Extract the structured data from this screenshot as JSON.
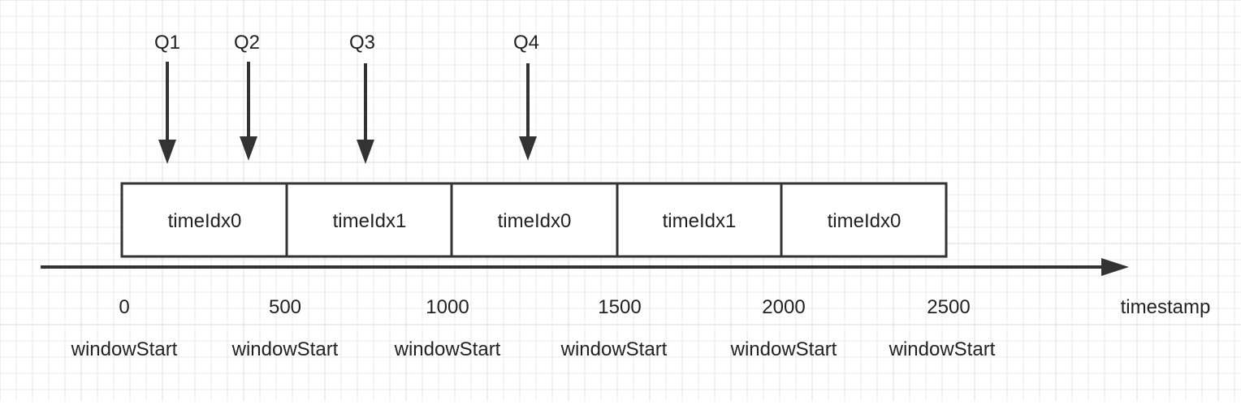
{
  "diagram": {
    "axis_label": "timestamp",
    "queries": [
      "Q1",
      "Q2",
      "Q3",
      "Q4"
    ],
    "windows": [
      "timeIdx0",
      "timeIdx1",
      "timeIdx0",
      "timeIdx1",
      "timeIdx0"
    ],
    "ticks": [
      "0",
      "500",
      "1000",
      "1500",
      "2000",
      "2500"
    ],
    "window_start_labels": [
      "windowStart",
      "windowStart",
      "windowStart",
      "windowStart",
      "windowStart",
      "windowStart"
    ]
  },
  "colors": {
    "grid": "#e4e4e4",
    "line": "#333333",
    "text": "#222222"
  }
}
